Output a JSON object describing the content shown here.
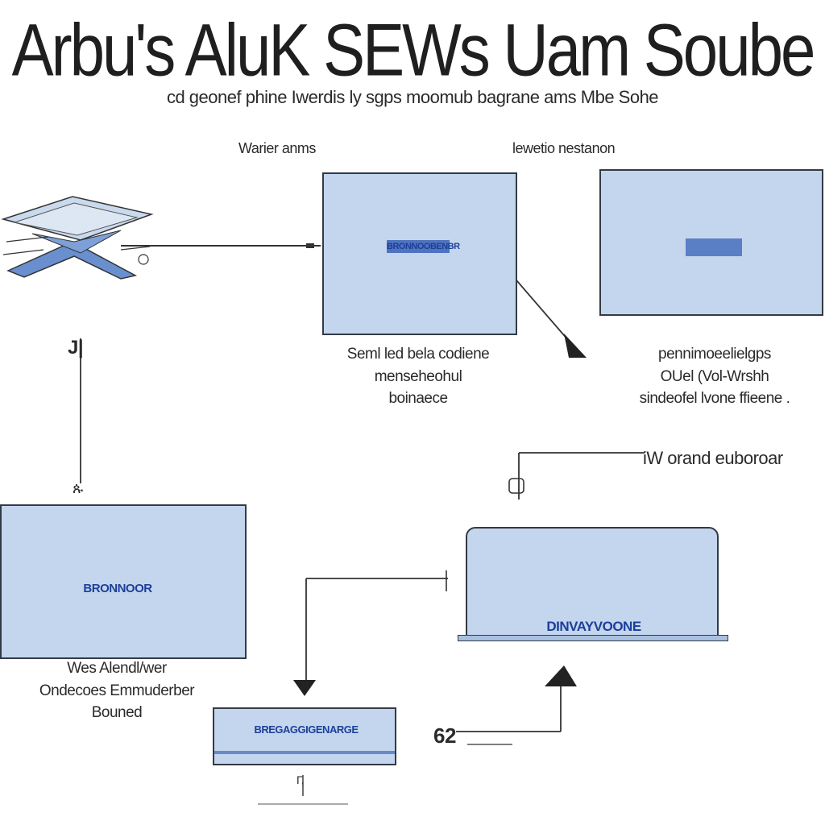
{
  "title": "Arbu's AluK SEWs Uam Soube",
  "subtitle": "cd geonef phine Iwerdis ly sgps moomub bagrane ams Mbe Sohe",
  "labels": {
    "col_left": "Warier anms",
    "col_right": "lewetio nestanon",
    "side_tag": "J|",
    "side_tag_bottom": "ጱ",
    "right_link": "iW orand euboroar",
    "bottom_num": "62",
    "bottom_tiny": "Γ,"
  },
  "screens": {
    "top_center": {
      "label": "BRONNOOBENBR"
    },
    "top_right": {
      "label": ""
    },
    "bottom_left": {
      "label": "BRONNOOR"
    },
    "bottom_right": {
      "label": "DINVAYVOONE"
    },
    "bottom_small": {
      "label": "BREGAGGIGENARGE"
    }
  },
  "captions": {
    "top_center": [
      "Seml led bela codiene",
      "menseheohul",
      "boinaece"
    ],
    "top_right": [
      "pennimoeelielgps",
      "OUel (Vol-Wrshh",
      "sindeofel lvone ffieene ."
    ],
    "bottom_left": [
      "Wes Alendl/wer",
      "Ondecoes Emmuderber",
      "Bouned"
    ]
  },
  "colors": {
    "screen_fill": "#c3d6ee",
    "screen_border": "#333a44",
    "accent_blue": "#1d3f9a",
    "bar_blue": "#5b7fc4"
  }
}
